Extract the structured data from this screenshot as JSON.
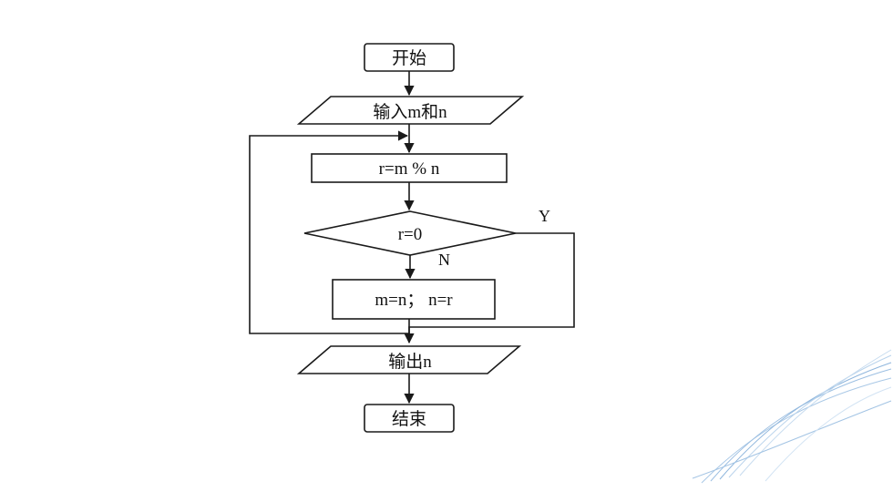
{
  "flowchart": {
    "start": "开始",
    "input": "输入m和n",
    "compute": "r=m % n",
    "decision": "r=0",
    "decision_yes": "Y",
    "decision_no": "N",
    "assign": "m=n；  n=r",
    "output": "输出n",
    "end": "结束"
  },
  "colors": {
    "line": "#1a1a1a",
    "decoration": "#8fb6dd"
  }
}
